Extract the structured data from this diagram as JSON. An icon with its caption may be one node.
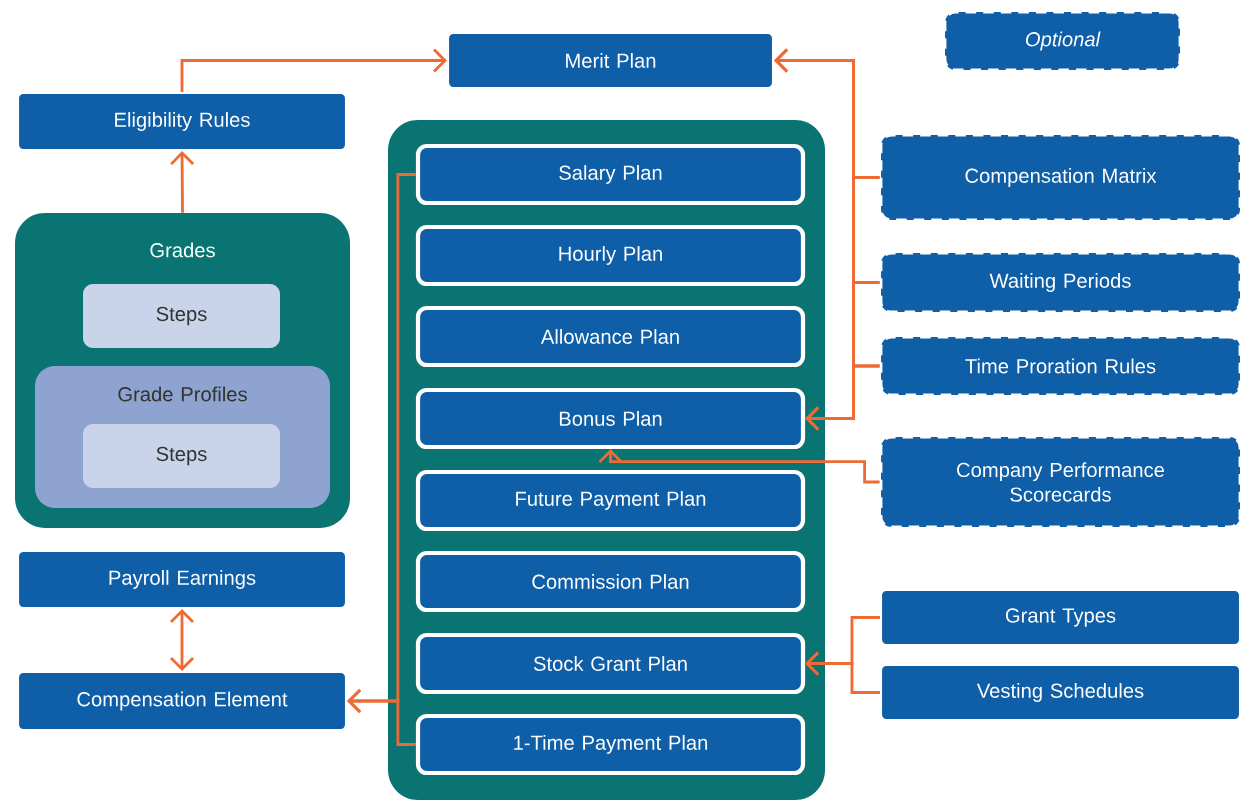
{
  "diagram": {
    "nodes": [
      {
        "text": [
          "Merit Plan"
        ]
      },
      {
        "text": [
          "Optional"
        ]
      },
      {
        "text": [
          "Eligibility Rules"
        ]
      },
      {
        "text": [
          "Grades"
        ]
      },
      {
        "text": [
          "Steps"
        ],
        "in": 3
      },
      {
        "text": [
          "Grade Profiles"
        ],
        "in": 3
      },
      {
        "text": [
          "Steps"
        ],
        "in": 5
      },
      {
        "text": [],
        "shape": "box"
      },
      {
        "text": [
          "Salary Plan"
        ],
        "in": 7
      },
      {
        "text": [
          "Hourly Plan"
        ],
        "in": 7
      },
      {
        "text": [
          "Allowance Plan"
        ],
        "in": 7
      },
      {
        "text": [
          "Bonus Plan"
        ],
        "in": 7
      },
      {
        "text": [
          "Future Payment Plan"
        ],
        "in": 7
      },
      {
        "text": [
          "Commission Plan"
        ],
        "in": 7
      },
      {
        "text": [
          "Stock Grant Plan"
        ],
        "in": 7
      },
      {
        "text": [
          "1-Time Payment Plan"
        ],
        "in": 7
      },
      {
        "text": [
          "Compensation Matrix"
        ]
      },
      {
        "text": [
          "Waiting Periods"
        ]
      },
      {
        "text": [
          "Time Proration Rules"
        ]
      },
      {
        "text": [
          "Company Performance Scorecards"
        ]
      },
      {
        "text": [
          "Payroll Earnings"
        ]
      },
      {
        "text": [
          "Compensation Element"
        ]
      },
      {
        "text": [
          "Grant Types"
        ]
      },
      {
        "text": [
          "Vesting Schedules"
        ]
      }
    ],
    "edges": [
      {
        "from": 2,
        "to": 0,
        "arrow": "to"
      },
      {
        "from": 3,
        "to": 2,
        "arrow": "to"
      },
      {
        "from": 16,
        "to": 0,
        "arrow": "to"
      },
      {
        "from": 17,
        "to": 0,
        "arrow": "to"
      },
      {
        "from": 18,
        "to": 0,
        "arrow": "to"
      },
      {
        "from": 16,
        "to": 11,
        "arrow": "to"
      },
      {
        "from": 17,
        "to": 11,
        "arrow": "to"
      },
      {
        "from": 18,
        "to": 11,
        "arrow": "to"
      },
      {
        "from": 19,
        "to": 11,
        "arrow": "to"
      },
      {
        "from": 20,
        "to": 21,
        "arrow": "both"
      },
      {
        "from": 8,
        "to": 21,
        "arrow": "to"
      },
      {
        "from": 15,
        "to": 21,
        "arrow": "to"
      },
      {
        "from": 22,
        "to": 14,
        "arrow": "to"
      },
      {
        "from": 23,
        "to": 14,
        "arrow": "to"
      }
    ]
  }
}
